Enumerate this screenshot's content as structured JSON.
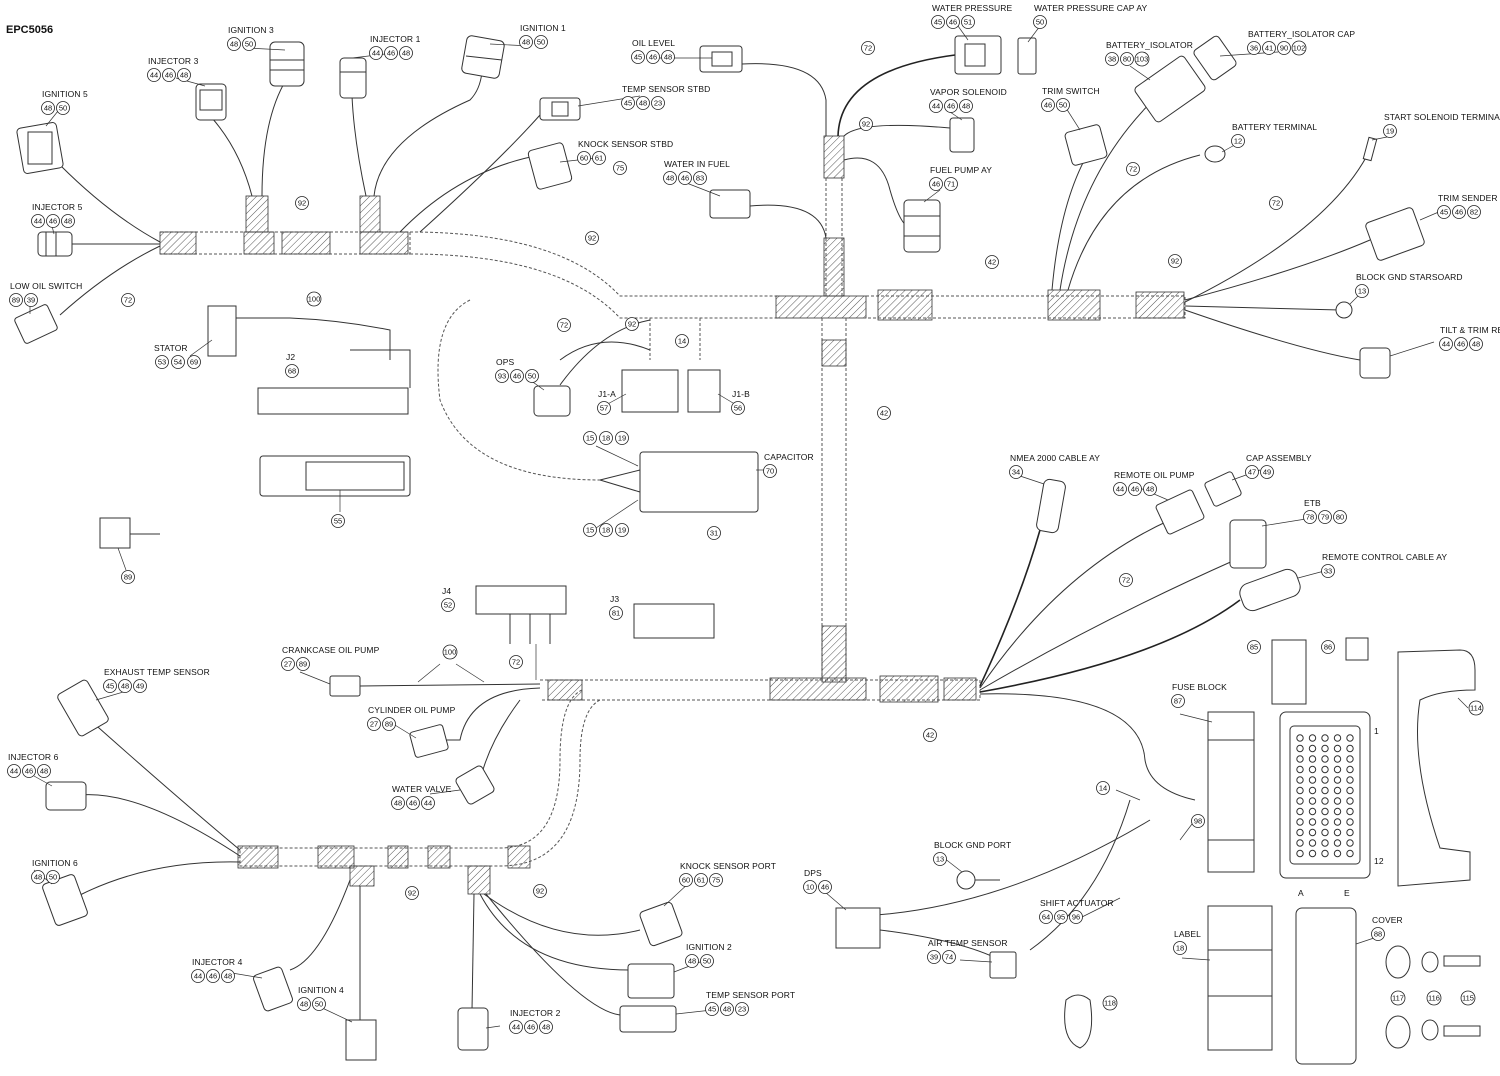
{
  "doc_id": "EPC5056",
  "components": {
    "ignition3": {
      "label": "IGNITION 3",
      "refs": [
        "48",
        "50"
      ]
    },
    "injector1": {
      "label": "INJECTOR 1",
      "refs": [
        "44",
        "46",
        "48"
      ]
    },
    "ignition1": {
      "label": "IGNITION 1",
      "refs": [
        "48",
        "50"
      ]
    },
    "injector3": {
      "label": "INJECTOR 3",
      "refs": [
        "44",
        "46",
        "48"
      ]
    },
    "ignition5": {
      "label": "IGNITION 5",
      "refs": [
        "48",
        "50"
      ]
    },
    "injector5": {
      "label": "INJECTOR 5",
      "refs": [
        "44",
        "46",
        "48"
      ]
    },
    "low_oil_switch": {
      "label": "LOW OIL SWITCH",
      "refs": [
        "89",
        "39"
      ]
    },
    "oil_level": {
      "label": "OIL LEVEL",
      "refs": [
        "45",
        "46",
        "48"
      ]
    },
    "temp_sensor_stbd": {
      "label": "TEMP SENSOR STBD",
      "refs": [
        "45",
        "48",
        "23"
      ]
    },
    "knock_sensor_stbd": {
      "label": "KNOCK SENSOR STBD",
      "refs": [
        "60",
        "61"
      ]
    },
    "water_in_fuel": {
      "label": "WATER IN FUEL",
      "refs": [
        "48",
        "46",
        "83"
      ]
    },
    "water_pressure": {
      "label": "WATER PRESSURE",
      "refs": [
        "45",
        "46",
        "51"
      ]
    },
    "water_pressure_cap": {
      "label": "WATER PRESSURE CAP AY",
      "refs": [
        "50"
      ]
    },
    "vapor_solenoid": {
      "label": "VAPOR SOLENOID",
      "refs": [
        "44",
        "46",
        "48"
      ]
    },
    "fuel_pump": {
      "label": "FUEL PUMP AY",
      "refs": [
        "46",
        "71"
      ]
    },
    "trim_switch": {
      "label": "TRIM SWITCH",
      "refs": [
        "46",
        "50"
      ]
    },
    "battery_isolator": {
      "label": "BATTERY_ISOLATOR",
      "refs": [
        "38",
        "80",
        "103"
      ]
    },
    "battery_isolator_cap": {
      "label": "BATTERY_ISOLATOR CAP",
      "refs": [
        "36",
        "41",
        "90",
        "102"
      ]
    },
    "battery_terminal": {
      "label": "BATTERY TERMINAL",
      "refs": [
        "12"
      ]
    },
    "start_solenoid": {
      "label": "START SOLENOID TERMINAL",
      "refs": [
        "19"
      ]
    },
    "trim_sender": {
      "label": "TRIM SENDER",
      "refs": [
        "45",
        "46",
        "82"
      ]
    },
    "block_gnd_stbd": {
      "label": "BLOCK GND STARSOARD",
      "refs": [
        "13"
      ]
    },
    "tilt_trim_relay": {
      "label": "TILT & TRIM RELAY",
      "refs": [
        "44",
        "46",
        "48"
      ]
    },
    "stator": {
      "label": "STATOR",
      "refs": [
        "53",
        "54",
        "69"
      ]
    },
    "j2": {
      "label": "J2",
      "refs": [
        "68"
      ]
    },
    "ops": {
      "label": "OPS",
      "refs": [
        "93",
        "46",
        "50"
      ]
    },
    "j1a": {
      "label": "J1-A",
      "refs": [
        "57"
      ]
    },
    "j1b": {
      "label": "J1-B",
      "refs": [
        "56"
      ]
    },
    "capacitor": {
      "label": "CAPACITOR",
      "refs": [
        "70"
      ]
    },
    "nmea": {
      "label": "NMEA 2000 CABLE AY",
      "refs": [
        "34"
      ]
    },
    "remote_oil_pump": {
      "label": "REMOTE OIL PUMP",
      "refs": [
        "44",
        "46",
        "48"
      ]
    },
    "cap_assembly": {
      "label": "CAP ASSEMBLY",
      "refs": [
        "47",
        "49"
      ]
    },
    "etb": {
      "label": "ETB",
      "refs": [
        "78",
        "79",
        "80"
      ]
    },
    "remote_control_cable": {
      "label": "REMOTE CONTROL CABLE AY",
      "refs": [
        "33"
      ]
    },
    "j4": {
      "label": "J4",
      "refs": [
        "52"
      ]
    },
    "j3": {
      "label": "J3",
      "refs": [
        "81"
      ]
    },
    "crankcase_oil_pump": {
      "label": "CRANKCASE OIL PUMP",
      "refs": [
        "27",
        "89"
      ]
    },
    "cylinder_oil_pump": {
      "label": "CYLINDER OIL PUMP",
      "refs": [
        "27",
        "89"
      ]
    },
    "exhaust_temp_sensor": {
      "label": "EXHAUST TEMP SENSOR",
      "refs": [
        "45",
        "48",
        "49"
      ]
    },
    "injector6": {
      "label": "INJECTOR 6",
      "refs": [
        "44",
        "46",
        "48"
      ]
    },
    "ignition6": {
      "label": "IGNITION 6",
      "refs": [
        "48",
        "50"
      ]
    },
    "water_valve": {
      "label": "WATER VALVE",
      "refs": [
        "48",
        "46",
        "44"
      ]
    },
    "knock_sensor_port": {
      "label": "KNOCK SENSOR PORT",
      "refs": [
        "60",
        "61",
        "75"
      ]
    },
    "ignition2": {
      "label": "IGNITION 2",
      "refs": [
        "48",
        "50"
      ]
    },
    "temp_sensor_port": {
      "label": "TEMP SENSOR PORT",
      "refs": [
        "45",
        "48",
        "23"
      ]
    },
    "injector4": {
      "label": "INJECTOR 4",
      "refs": [
        "44",
        "46",
        "48"
      ]
    },
    "ignition4": {
      "label": "IGNITION 4",
      "refs": [
        "48",
        "50"
      ]
    },
    "injector2": {
      "label": "INJECTOR 2",
      "refs": [
        "44",
        "46",
        "48"
      ]
    },
    "dps": {
      "label": "DPS",
      "refs": [
        "10",
        "46"
      ]
    },
    "block_gnd_port": {
      "label": "BLOCK GND PORT",
      "refs": [
        "13"
      ]
    },
    "shift_actuator": {
      "label": "SHIFT ACTUATOR",
      "refs": [
        "64",
        "95",
        "96"
      ]
    },
    "air_temp_sensor": {
      "label": "AIR TEMP SENSOR",
      "refs": [
        "39",
        "74"
      ]
    },
    "fuse_block": {
      "label": "FUSE BLOCK",
      "refs": [
        "87"
      ]
    },
    "label_part": {
      "label": "LABEL",
      "refs": [
        "18"
      ]
    },
    "cover": {
      "label": "COVER",
      "refs": [
        "88"
      ]
    }
  },
  "callouts": {
    "c15a": "15",
    "c18a": "18",
    "c19a": "19",
    "c15b": "15",
    "c18b": "18",
    "c19b": "19",
    "c31": "31",
    "c55": "55",
    "c89": "89",
    "c100a": "100",
    "c100b": "100",
    "c14a": "14",
    "c14b": "14",
    "c92a": "92",
    "c92b": "92",
    "c92c": "92",
    "c92d": "92",
    "c92e": "92",
    "c92f": "92",
    "c92g": "92",
    "c72a": "72",
    "c72b": "72",
    "c72c": "72",
    "c72d": "72",
    "c72e": "72",
    "c72f": "72",
    "c72g": "72",
    "c42a": "42",
    "c42b": "42",
    "c42c": "42",
    "c75": "75",
    "c85": "85",
    "c86": "86",
    "c114": "114",
    "c98": "98",
    "c117": "117",
    "c116": "116",
    "c115": "115",
    "c118": "118"
  },
  "ecu": {
    "side1": "1",
    "side12": "12",
    "colA": "A",
    "colE": "E"
  }
}
